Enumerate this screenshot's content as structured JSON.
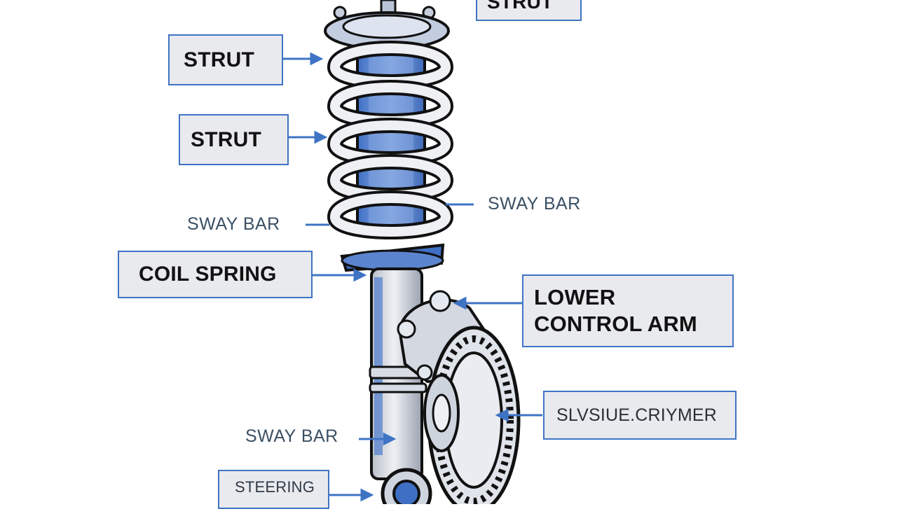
{
  "labels": {
    "strut_top": "STRUT",
    "strut_1": "STRUT",
    "strut_2": "STRUT",
    "sway_bar_right": "SWAY BAR",
    "sway_bar_left": "SWAY BAR",
    "coil_spring": "COIL SPRING",
    "lower_control_arm_line1": "LOWER",
    "lower_control_arm_line2": "CONTROL ARM",
    "garbled": "SLVSIUE.CRIYMER",
    "sway_bar_bottom": "SWAY BAR",
    "steering": "STEERING"
  },
  "colors": {
    "box_border": "#3f74c4",
    "box_fill": "#e9eaee",
    "arrow": "#3f74c4",
    "spring": "#eef0f4",
    "strut_blue": "#6e94d6",
    "outline": "#111111"
  }
}
